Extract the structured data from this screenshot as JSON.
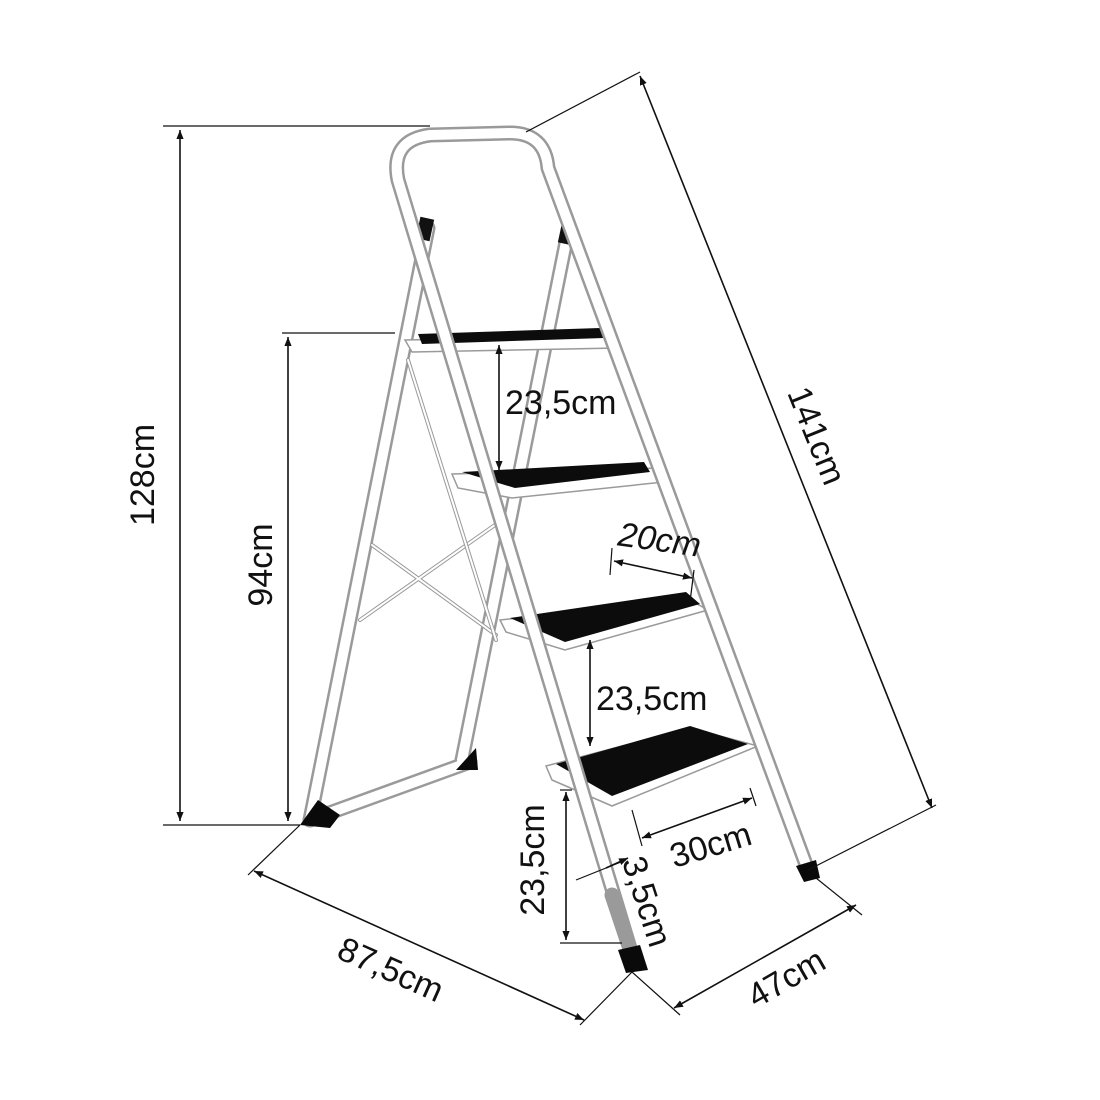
{
  "labels": {
    "total_height": "128cm",
    "top_step_height": "94cm",
    "step_spacing_upper": "23,5cm",
    "step_depth": "20cm",
    "step_spacing_lower": "23,5cm",
    "bottom_step_height": "23,5cm",
    "step_width": "30cm",
    "tube_width": "3,5cm",
    "length": "141cm",
    "base_depth": "87,5cm",
    "base_width": "47cm"
  },
  "colors": {
    "frame": "#ffffff",
    "frame_outline": "#9a9a9a",
    "tread": "#0c0c0c",
    "dimension": "#111111"
  },
  "product": {
    "steps": 4
  }
}
